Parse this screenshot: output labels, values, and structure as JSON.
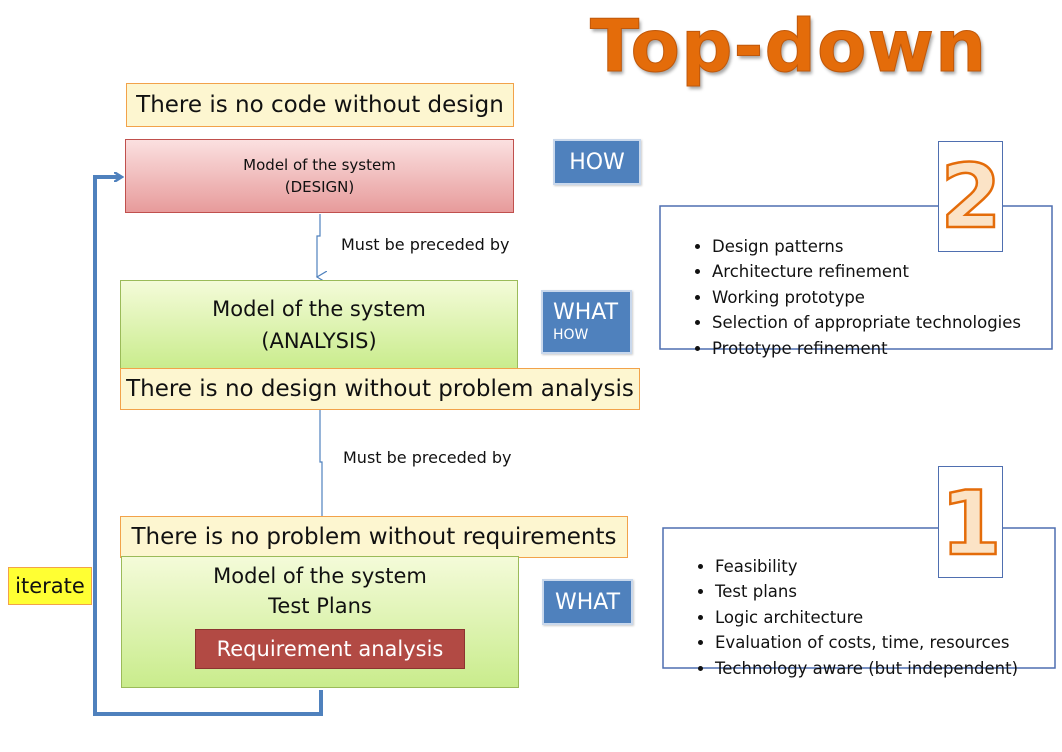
{
  "title": "Top-down",
  "notes": {
    "design": "There is no code without design",
    "analysis": "There is no design without problem analysis",
    "requirements": "There is no problem without requirements"
  },
  "design_box": {
    "line1": "Model of the system",
    "line2": "(DESIGN)"
  },
  "analysis_box": {
    "line1": "Model of the system",
    "line2": "(ANALYSIS)"
  },
  "requirements_box": {
    "line1": "Model of the system",
    "line2": "Test Plans",
    "tag": "Requirement analysis"
  },
  "tags": {
    "how": "HOW",
    "what_how_main": "WHAT",
    "what_how_sub": "HOW",
    "what": "WHAT"
  },
  "edge_labels": {
    "upper": "Must be preceded by",
    "lower": "Must be preceded by"
  },
  "iterate": "iterate",
  "phase2": {
    "number": "2",
    "items": [
      "Design patterns",
      "Architecture refinement",
      "Working prototype",
      "Selection of appropriate technologies",
      "Prototype refinement"
    ]
  },
  "phase1": {
    "number": "1",
    "items": [
      "Feasibility",
      "Test plans",
      "Logic architecture",
      "Evaluation of costs, time, resources",
      "Technology aware (but independent)"
    ]
  },
  "colors": {
    "title": "#e46c0a",
    "tag_blue": "#4f81bd",
    "arrow_blue": "#4f81bd",
    "iterate_yellow": "#ffff33",
    "requirement_tag": "#b24a44"
  }
}
